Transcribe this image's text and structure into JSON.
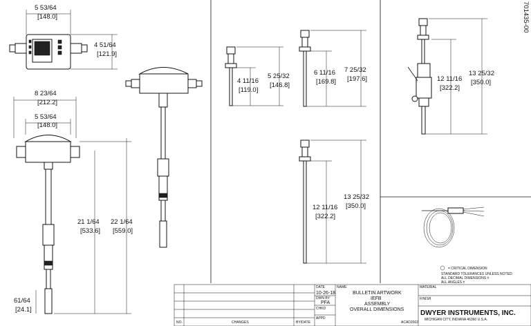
{
  "dimensions": {
    "top_width": {
      "frac": "5 53/64",
      "mm": "[148.0]"
    },
    "top_height": {
      "frac": "4 51/64",
      "mm": "[121.9]"
    },
    "overall_width": {
      "frac": "8 23/64",
      "mm": "[212.2]"
    },
    "enclosure_width": {
      "frac": "5 53/64",
      "mm": "[148.0]"
    },
    "length_a": {
      "frac": "21 1/64",
      "mm": "[533.6]"
    },
    "length_b": {
      "frac": "22 1/64",
      "mm": "[559.0]"
    },
    "tip": {
      "frac": "61/64",
      "mm": "[24.1]"
    },
    "probe4_insert": {
      "frac": "4 11/16",
      "mm": "[119.0]"
    },
    "probe4_total": {
      "frac": "5 25/32",
      "mm": "[146.8]"
    },
    "probe6_insert": {
      "frac": "6 11/16",
      "mm": "[169.8]"
    },
    "probe6_total": {
      "frac": "7 25/32",
      "mm": "[197.6]"
    },
    "probe12v_insert": {
      "frac": "12 11/16",
      "mm": "[322.2]"
    },
    "probe12v_total": {
      "frac": "13 25/32",
      "mm": "[350.0]"
    },
    "probe12_insert": {
      "frac": "12 11/16",
      "mm": "[322.2]"
    },
    "probe12_total": {
      "frac": "13 25/32",
      "mm": "[350.0]"
    }
  },
  "drawing_number": "701435-00",
  "notes": {
    "critical": "= CRITICAL DIMENSION",
    "tol1": "STANDARD TOLERANCES UNLESS NOTED:",
    "tol2": "ALL DECIMAL DIMENSIONS ±",
    "tol3": "ALL ANGLES ±"
  },
  "title_block": {
    "date_label": "DATE",
    "date": "10-26-18",
    "name_label": "NAME",
    "drn_label": "DWN BY",
    "drn": "PFA",
    "chkd_label": "CHKD",
    "appd_label": "APPD",
    "title1": "BULLETIN  ARTWORK",
    "title2": "IEFB",
    "title3": "ASSEMBLY",
    "title4": "OVERALL DIMENSIONS",
    "material_label": "MATERIAL",
    "finish_label": "FINISH",
    "company": "DWYER INSTRUMENTS, INC.",
    "address": "MICHIGAN CITY, INDIANA 46360  U.S.A.",
    "no_label": "NO.",
    "changes_label": "CHANGES",
    "bydate_label": "BY/DATE",
    "acad_label": "ACAD2002"
  }
}
